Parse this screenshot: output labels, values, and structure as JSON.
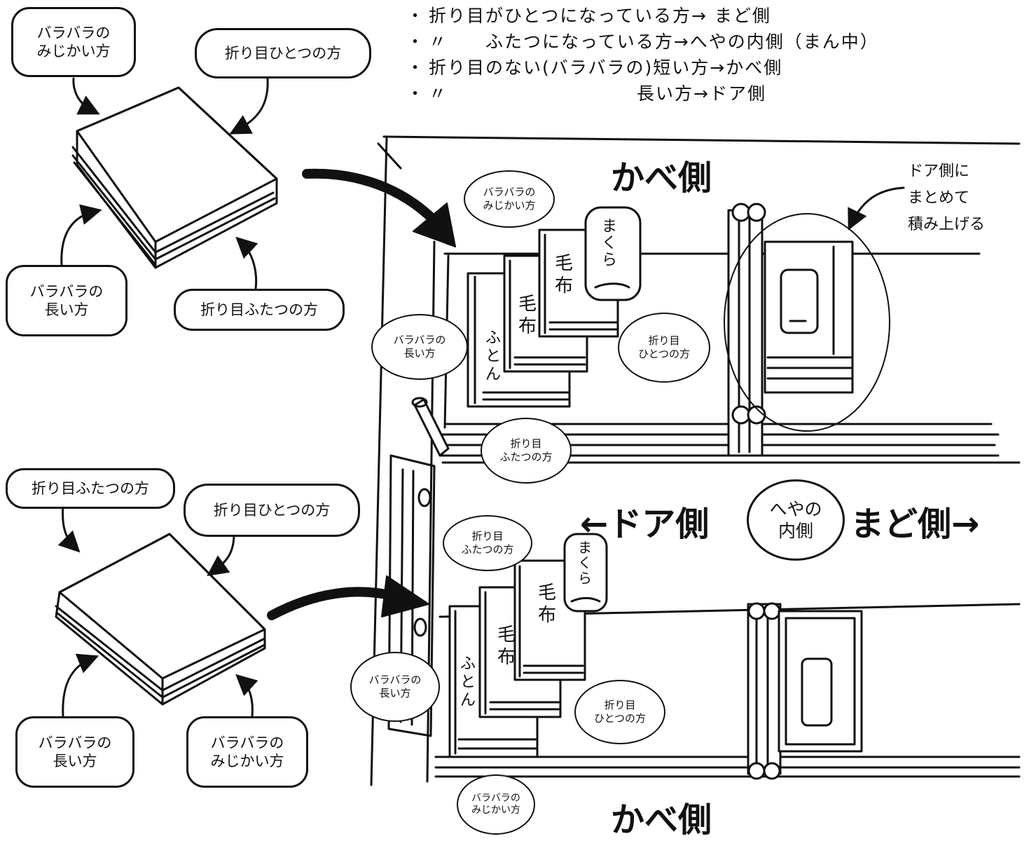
{
  "instructions": [
    {
      "bullet": "・",
      "text": "折り目がひとつになっている方→ まど側"
    },
    {
      "bullet": "・",
      "text": "〃　　ふたつになっている方→へやの内側（まん中）"
    },
    {
      "bullet": "・",
      "text": "折り目のない(バラバラの)短い方→かべ側"
    },
    {
      "bullet": "・",
      "text": "〃　　　　　　　　　　長い方→ドア側"
    }
  ],
  "folded_top": {
    "short_loose": "バラバラの\nみじかい方",
    "one_fold": "折り目ひとつの方",
    "long_loose": "バラバラの\n長い方",
    "two_folds": "折り目ふたつの方"
  },
  "folded_bottom": {
    "two_folds": "折り目ふたつの方",
    "one_fold": "折り目ひとつの方",
    "long_loose": "バラバラの\n長い方",
    "short_loose": "バラバラの\nみじかい方"
  },
  "closet": {
    "wall_side_top": "かべ側",
    "wall_side_bottom": "かべ側",
    "door_side": "←ドア側",
    "room_inside": "へやの\n内側",
    "window_side": "まど側→",
    "stack_note": "ドア側に\nまとめて\n積み上げる",
    "upper": {
      "short_loose": "バラバラの\nみじかい方",
      "long_loose": "バラバラの\n長い方",
      "one_fold": "折り目\nひとつの方",
      "two_folds": "折り目\nふたつの方",
      "pillow": "まくら",
      "blanket1": "毛布",
      "blanket2": "毛布",
      "futon": "ふとん"
    },
    "lower": {
      "two_folds": "折り目\nふたつの方",
      "long_loose": "バラバラの\n長い方",
      "one_fold": "折り目\nひとつの方",
      "short_loose": "バラバラの\nみじかい方",
      "pillow": "まくら",
      "blanket1": "毛布",
      "blanket2": "毛布",
      "futon": "ふとん"
    }
  }
}
